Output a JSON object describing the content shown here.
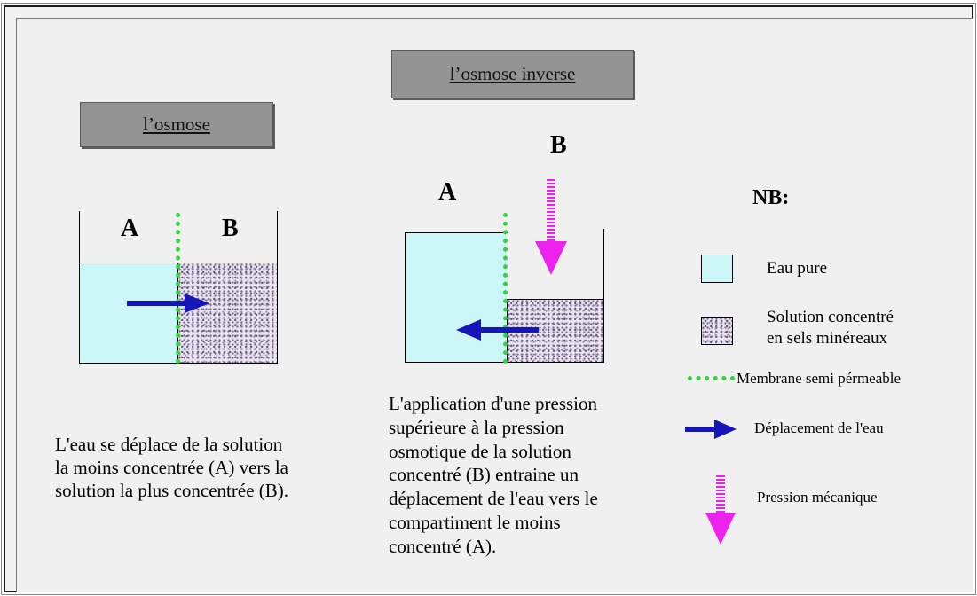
{
  "left_panel": {
    "title": "l’osmose",
    "label_a": "A",
    "label_b": "B",
    "description_lines": [
      "L'eau se déplace de la solution",
      "la moins concentrée (A) vers la",
      "solution la plus concentrée (B)."
    ]
  },
  "middle_panel": {
    "title": "l’osmose inverse",
    "label_a": "A",
    "label_b": "B",
    "description_lines": [
      "L'application d'une pression",
      "supérieure à la pression",
      "osmotique de la solution",
      "concentré (B) entraine un",
      "déplacement de l'eau vers le",
      "compartiment le moins",
      "concentré (A)."
    ]
  },
  "legend": {
    "title": "NB:",
    "pure_water": "Eau pure",
    "solution_line1": "Solution concentré",
    "solution_line2": "en sels minéreaux",
    "membrane": "Membrane semi pérmeable",
    "water_movement": "Déplacement de l'eau",
    "pressure": "Pression mécanique"
  },
  "colors": {
    "pure_water": "#ccf7f8",
    "membrane": "#2fd63a",
    "water_arrow": "#1515b8",
    "pressure_arrow": "#ee22ee",
    "title_box": "#939393"
  }
}
